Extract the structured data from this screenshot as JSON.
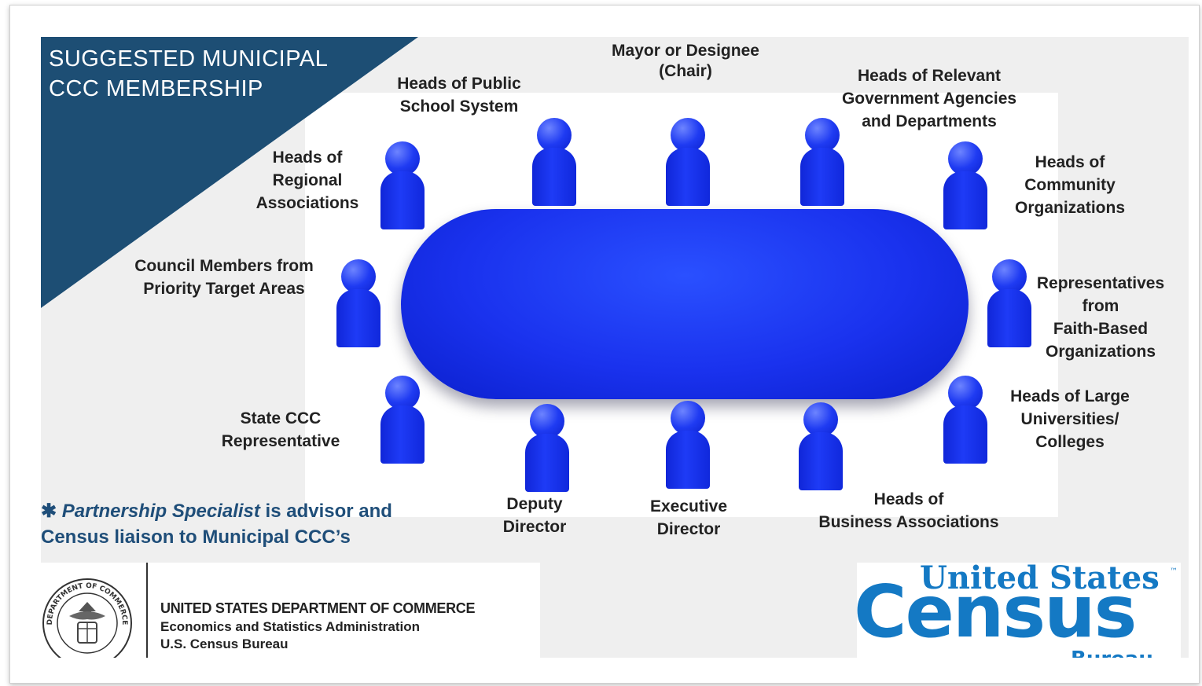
{
  "title": "SUGGESTED MUNICIPAL\nCCC MEMBERSHIP",
  "colors": {
    "table_blue": "#1a32ee",
    "title_band": "#1d4e74",
    "note_text": "#1f4e79",
    "census_blue": "#1479c4"
  },
  "icons": {
    "member": "person-icon",
    "table": "conference-table",
    "bullet": "asterisk-icon",
    "seal": "department-of-commerce-seal"
  },
  "members": {
    "mayor": "Mayor or Designee\n(Chair)",
    "school": "Heads of Public\nSchool System",
    "agencies": "Heads of Relevant\nGovernment Agencies\nand Departments",
    "regional": "Heads of\nRegional\nAssociations",
    "community": "Heads of\nCommunity\nOrganizations",
    "council": "Council Members from\nPriority Target Areas",
    "faith": "Representatives\nfrom\nFaith-Based\nOrganizations",
    "state": "State CCC\nRepresentative",
    "universities": "Heads of Large\nUniversities/\nColleges",
    "deputy": "Deputy\nDirector",
    "executive": "Executive\nDirector",
    "business": "Heads of\nBusiness  Associations"
  },
  "note": {
    "bullet": "✱",
    "emphasis": "Partnership Specialist",
    "line1_rest": " is advisor and",
    "line2": "Census liaison to Municipal CCC’s"
  },
  "footer": {
    "department": "UNITED STATES DEPARTMENT OF COMMERCE",
    "administration": "Economics and Statistics Administration",
    "bureau": "U.S. Census Bureau",
    "seal_text": "DEPARTMENT OF COMMERCE"
  },
  "logo": {
    "top": "United States",
    "tm": "™",
    "main": "Census",
    "bottom": "Bureau"
  }
}
